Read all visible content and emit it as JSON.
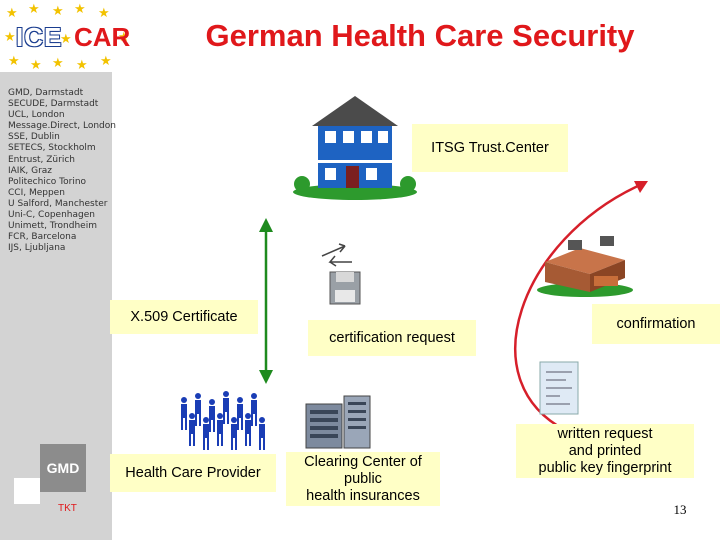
{
  "logo": {
    "ice": "ICE",
    "car": "CAR"
  },
  "title": "German Health Care Security",
  "partners": [
    "GMD, Darmstadt",
    "SECUDE, Darmstadt",
    "UCL, London",
    "Message.Direct, London",
    "SSE, Dublin",
    "SETECS, Stockholm",
    "Entrust, Zürich",
    "IAIK, Graz",
    "Politechico Torino",
    "CCI, Meppen",
    "U Salford, Manchester",
    "Uni-C, Copenhagen",
    "Unimett, Trondheim",
    "FCR, Barcelona",
    "IJS, Ljubljana"
  ],
  "labels": {
    "trust_center": "ITSG Trust.Center",
    "x509": "X.509 Certificate",
    "cert_request": "certification request",
    "confirmation": "confirmation",
    "provider": "Health Care Provider",
    "clearing": "Clearing Center of\npublic\nhealth insurances",
    "written": "written request\nand printed\npublic key fingerprint"
  },
  "footer": {
    "gmd": "GMD",
    "tkt": "TKT",
    "page": "13"
  },
  "colors": {
    "title_red": "#e0181b",
    "label_bg": "#ffffc6",
    "arrow_green": "#1e8a1e",
    "arc_red": "#d61f2a"
  }
}
